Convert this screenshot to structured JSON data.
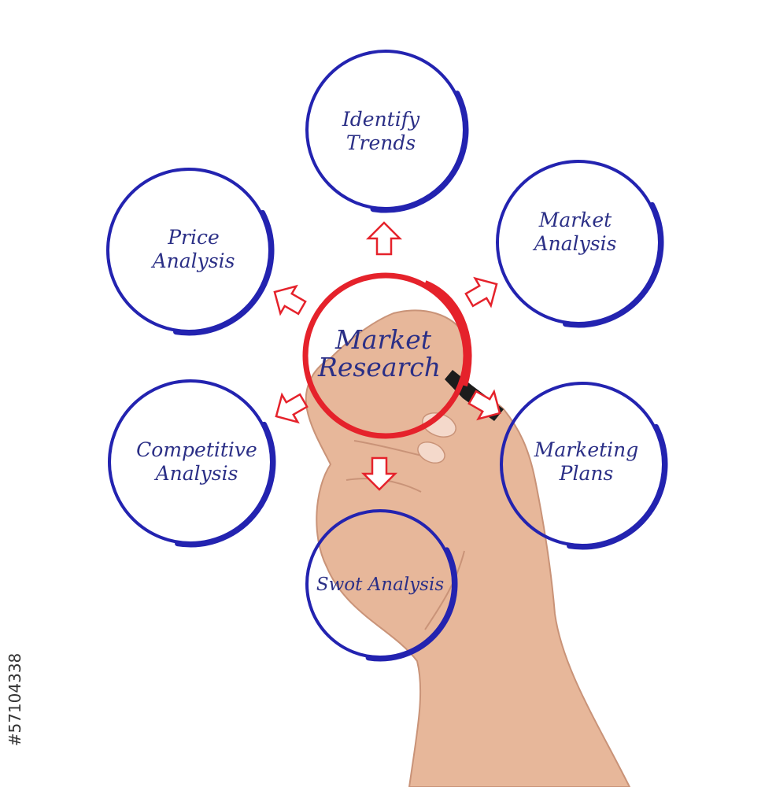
{
  "colors": {
    "node_circle": "#2323b0",
    "center_circle": "#e5222b",
    "arrow": "#e5222b",
    "label_text": "#2b2f86",
    "skin": "#e7b79a"
  },
  "diagram": {
    "center": {
      "line1": "Market",
      "line2": "Research"
    },
    "nodes": [
      {
        "id": "identify-trends",
        "line1": "Identify",
        "line2": "Trends"
      },
      {
        "id": "market-analysis",
        "line1": "Market",
        "line2": "Analysis"
      },
      {
        "id": "marketing-plans",
        "line1": "Marketing",
        "line2": "Plans"
      },
      {
        "id": "swot-analysis",
        "line1": "Swot Analysis",
        "line2": ""
      },
      {
        "id": "competitive-analysis",
        "line1": "Competitive",
        "line2": "Analysis"
      },
      {
        "id": "price-analysis",
        "line1": "Price",
        "line2": "Analysis"
      }
    ]
  },
  "stock_id": "#57104338"
}
